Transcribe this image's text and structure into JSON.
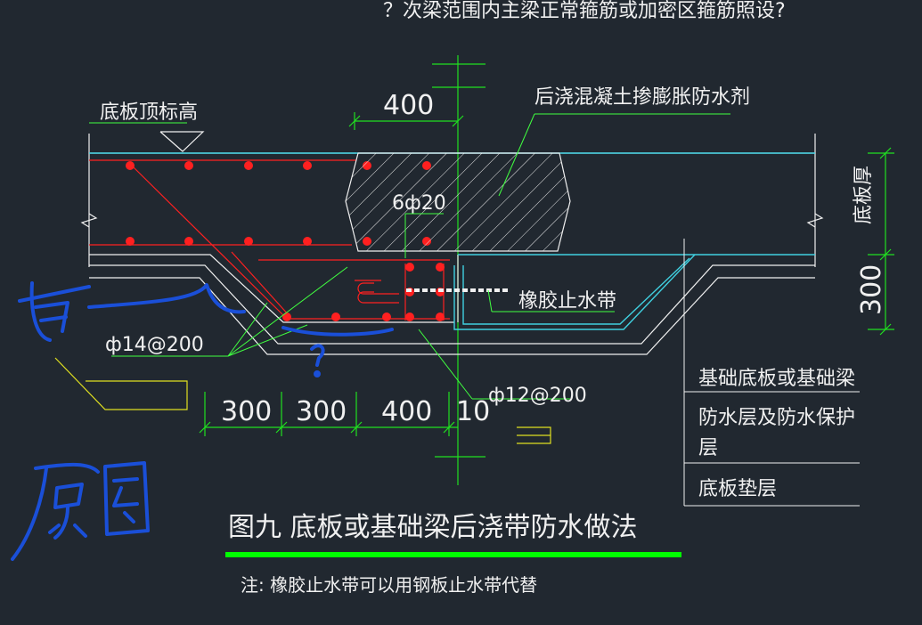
{
  "top_text": "？次梁范围内主梁正常箍筋或加密区箍筋照设?",
  "labels": {
    "slab_top_elev": "底板顶标高",
    "post_cast_concrete": "后浇混凝土掺膨胀防水剂",
    "rebar_6d20": "6ф20",
    "rubber_waterstop": "橡胶止水带",
    "rebar_d14_200": "ф14@200",
    "rebar_d12_200": "ф12@200",
    "slab_thickness": "底板厚",
    "foundation_slab": "基础底板或基础梁",
    "waterproof_layer_1": "防水层及防水保护",
    "waterproof_layer_2": "层",
    "cushion": "底板垫层"
  },
  "dims": {
    "top_width": "400",
    "right_depth": "300",
    "bottom_a": "300",
    "bottom_b": "300",
    "bottom_c": "400",
    "bottom_d": "10"
  },
  "title": "图九 底板或基础梁后浇带防水做法",
  "note": "注: 橡胶止水带可以用钢板止水带代替",
  "annotations": {
    "handwritten_1": "有",
    "handwritten_q": "?",
    "handwritten_2": "原图"
  },
  "colors": {
    "background": "#212830",
    "rebar": "#ff2020",
    "dim_green": "#20e020",
    "leader_green": "#40ff40",
    "cyan": "#40d0e0",
    "title_underline": "#00ff00",
    "handwriting": "#1a4fd8",
    "yellow": "#e0e020"
  }
}
